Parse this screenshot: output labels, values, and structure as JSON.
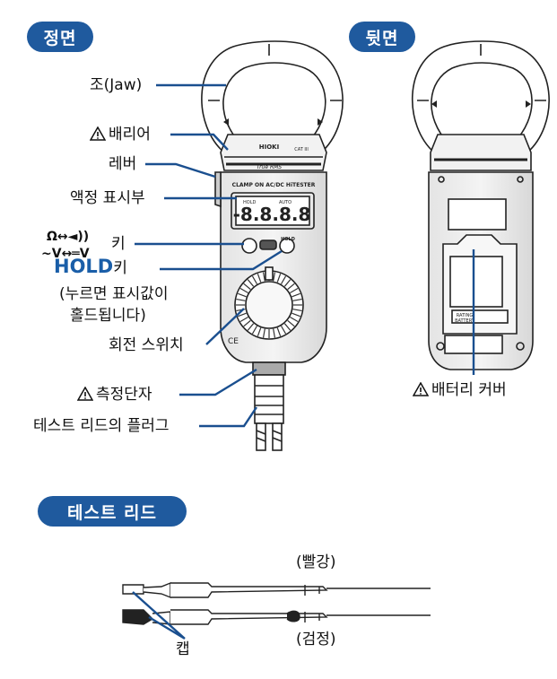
{
  "sections": {
    "front": "정면",
    "back": "뒷면",
    "test_leads": "테스트 리드"
  },
  "front_labels": {
    "jaw": "조(Jaw)",
    "barrier": "배리어",
    "lever": "레버",
    "display": "액정 표시부",
    "mode_key_symbol_1": "Ω↔◄))",
    "mode_key_symbol_2": "~V↔═V",
    "mode_key": "키",
    "hold_key_name": "HOLD",
    "hold_key_suffix": "키",
    "hold_desc_1": "(누르면 표시값이",
    "hold_desc_2": "홀드됩니다)",
    "rotary_switch": "회전 스위치",
    "terminal": "측정단자",
    "plug": "테스트 리드의 플러그"
  },
  "back_labels": {
    "battery_cover": "배터리 커버"
  },
  "lead_labels": {
    "red": "(빨강)",
    "black": "(검정)",
    "cap": "캡"
  },
  "device_text": {
    "brand": "HIOKI",
    "true_rms": "True RMS",
    "model": "CLAMP ON AC/DC HiTESTER",
    "hold_btn": "HOLD",
    "lcd_digits": "-8.8.8.8",
    "lcd_hold": "HOLD",
    "lcd_auto": "AUTO",
    "cat": "CAT III",
    "ce": "CE",
    "rating": "RATING",
    "battery": "BATTERY"
  },
  "colors": {
    "accent": "#1f5a9e",
    "leader": "#1a4f8f",
    "device_body": "#c8c8c8",
    "device_dark": "#555555"
  }
}
